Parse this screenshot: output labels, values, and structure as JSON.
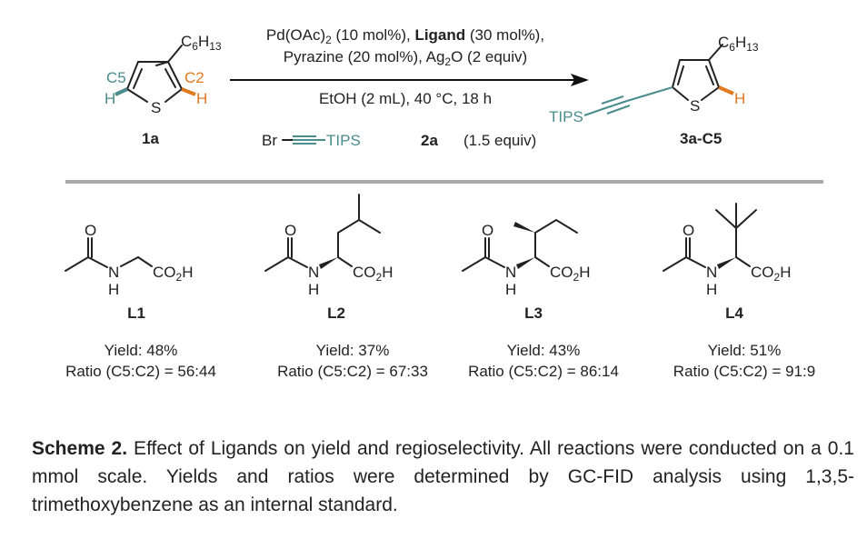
{
  "scheme": {
    "reactant": {
      "label": "1a",
      "c5": "C5",
      "c2": "C2",
      "h": "H",
      "s": "S",
      "chain": [
        "C",
        "6",
        "H",
        "13"
      ]
    },
    "conditions": {
      "line1": [
        "Pd(OAc)",
        "2",
        " (10 mol%), ",
        "Ligand",
        " (30 mol%),"
      ],
      "line2": [
        "Pyrazine (20 mol%), Ag",
        "2",
        "O (2 equiv)"
      ],
      "line3": "EtOH (2 mL), 40 °C, 18 h",
      "reagent": {
        "br": "Br",
        "tips": "TIPS",
        "label": "2a",
        "equiv": "(1.5 equiv)"
      }
    },
    "product": {
      "label": "3a-C5",
      "tips": "TIPS",
      "h": "H",
      "s": "S",
      "chain": [
        "C",
        "6",
        "H",
        "13"
      ]
    }
  },
  "ligands": [
    {
      "label": "L1",
      "yield": "Yield: 48%",
      "ratio": "Ratio (C5:C2) = 56:44"
    },
    {
      "label": "L2",
      "yield": "Yield: 37%",
      "ratio": "Ratio (C5:C2) = 67:33"
    },
    {
      "label": "L3",
      "yield": "Yield: 43%",
      "ratio": "Ratio (C5:C2) = 86:14"
    },
    {
      "label": "L4",
      "yield": "Yield: 51%",
      "ratio": "Ratio (C5:C2) = 91:9"
    }
  ],
  "ligand_atoms": {
    "o": "O",
    "n": "N",
    "h": "H",
    "co2h": [
      "CO",
      "2",
      "H"
    ]
  },
  "caption": {
    "label": "Scheme 2.",
    "text": " Effect of Ligands on yield and regioselectivity. All reactions were conducted on a 0.1 mmol scale. Yields and ratios were determined by GC-FID analysis using 1,3,5-trimethoxybenzene as an internal standard."
  },
  "colors": {
    "c5": "#4b8c8c",
    "c2": "#e07a1e"
  }
}
